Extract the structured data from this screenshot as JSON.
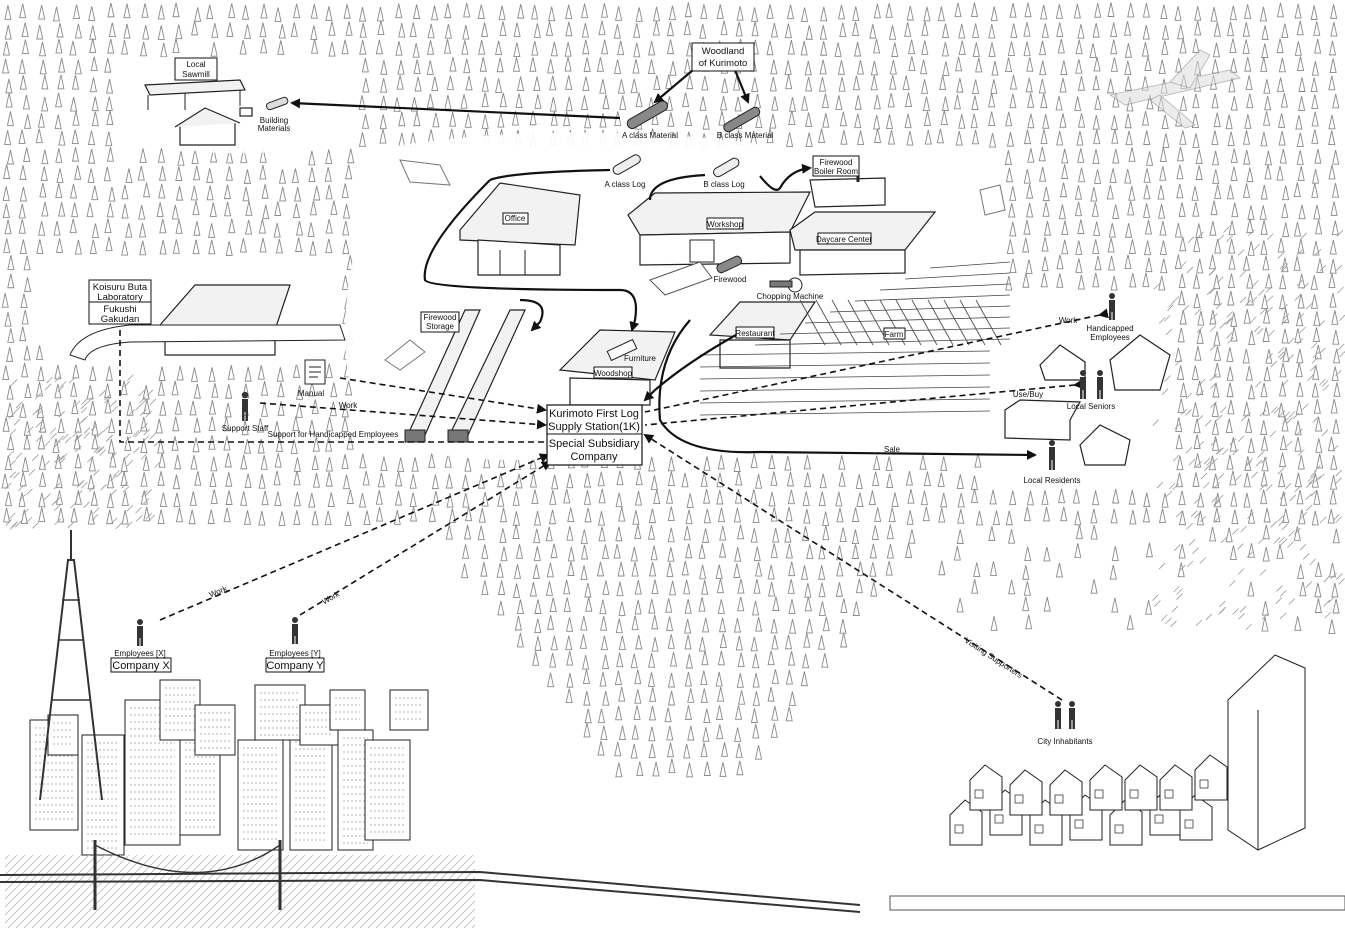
{
  "labels": {
    "woodland": [
      "Woodland",
      "of Kurimoto"
    ],
    "local_sawmill": [
      "Local",
      "Sawmill"
    ],
    "building_materials": [
      "Building",
      "Materials"
    ],
    "a_class_material": "A class Material",
    "b_class_material": "B class Material",
    "a_class_log": "A class Log",
    "b_class_log": "B class Log",
    "firewood_boiler_room": [
      "Firewood",
      "Boiler Room"
    ],
    "office": "Office",
    "workshop": "Workshop",
    "daycare_center": "Daycare Center",
    "firewood": "Firewood",
    "chopping_machine": "Chopping Machine",
    "restaurant": "Restaurant",
    "farm": "Farm",
    "koisuru_buta": [
      "Koisuru Buta",
      "Laboratory"
    ],
    "fukushi_gakudan": [
      "Fukushi",
      "Gakudan"
    ],
    "firewood_storage": [
      "Firewood",
      "Storage"
    ],
    "furniture": "Furniture",
    "woodshop": "Woodshop",
    "manual": "Manual",
    "support_staff": "Support Staff",
    "work_staff": "Work",
    "support_handicapped": "Support for Handicapped Employees",
    "central_station": [
      "Kurimoto First Log",
      "Supply Station(1K)"
    ],
    "central_subsidiary": [
      "Special Subsidiary",
      "Company"
    ],
    "handicapped_employees": [
      "Handicapped",
      "Employees"
    ],
    "work_handicapped": "Work",
    "use_buy": "Use/Buy",
    "local_seniors": "Local Seniors",
    "sale": "Sale",
    "local_residents": "Local Residents",
    "work_x": "Work",
    "work_y": "Work",
    "employees_x": "Employees [X]",
    "company_x": "Company X",
    "employees_y": "Employees [Y]",
    "company_y": "Company Y",
    "visiting_supporters": "Visiting Supporters",
    "city_inhabitants": "City Inhabitants"
  }
}
